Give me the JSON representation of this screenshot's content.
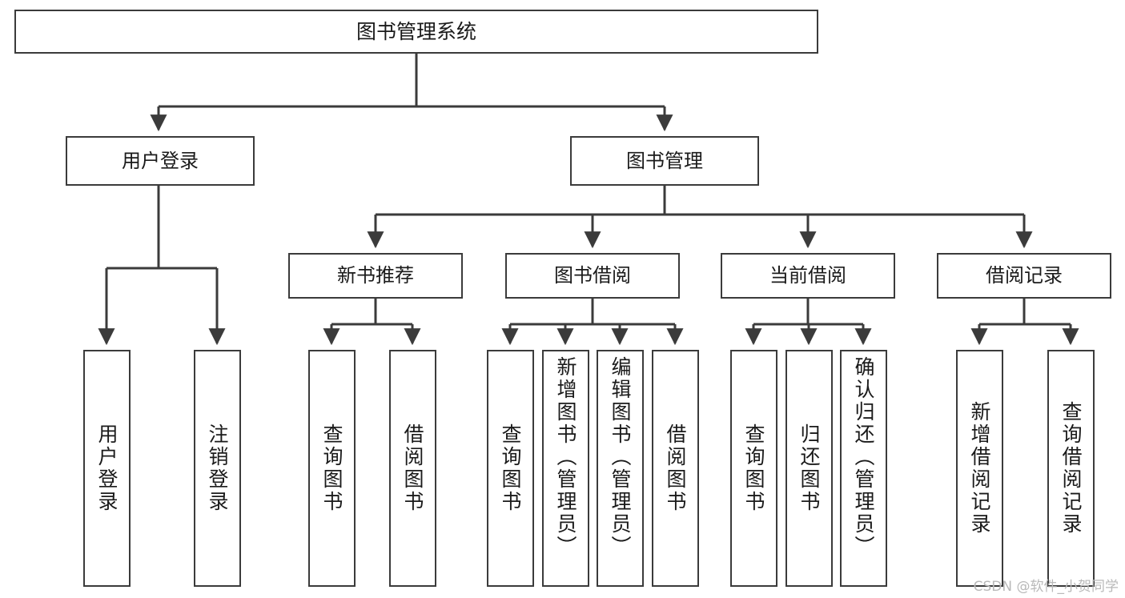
{
  "diagram": {
    "type": "tree-hierarchy",
    "title": "图书管理系统",
    "watermark": "CSDN @软件_小贺同学",
    "colors": {
      "box_border": "#3b3b3b",
      "box_fill": "#ffffff",
      "connector": "#3b3b3b",
      "text": "#1a1a1a",
      "watermark": "#b9b9b9",
      "background": "#ffffff"
    },
    "root": {
      "label": "图书管理系统"
    },
    "level1": [
      {
        "label": "用户登录"
      },
      {
        "label": "图书管理"
      }
    ],
    "level2": [
      {
        "label": "新书推荐"
      },
      {
        "label": "图书借阅"
      },
      {
        "label": "当前借阅"
      },
      {
        "label": "借阅记录"
      }
    ],
    "leaves": {
      "user_login": [
        {
          "label": "用户登录"
        },
        {
          "label": "注销登录"
        }
      ],
      "new_book_recommend": [
        {
          "label": "查询图书"
        },
        {
          "label": "借阅图书"
        }
      ],
      "book_borrow": [
        {
          "label": "查询图书"
        },
        {
          "label": "新增图书（管理员）"
        },
        {
          "label": "编辑图书（管理员）"
        },
        {
          "label": "借阅图书"
        }
      ],
      "current_borrow": [
        {
          "label": "查询图书"
        },
        {
          "label": "归还图书"
        },
        {
          "label": "确认归还（管理员）"
        }
      ],
      "borrow_record": [
        {
          "label": "新增借阅记录"
        },
        {
          "label": "查询借阅记录"
        }
      ]
    }
  }
}
